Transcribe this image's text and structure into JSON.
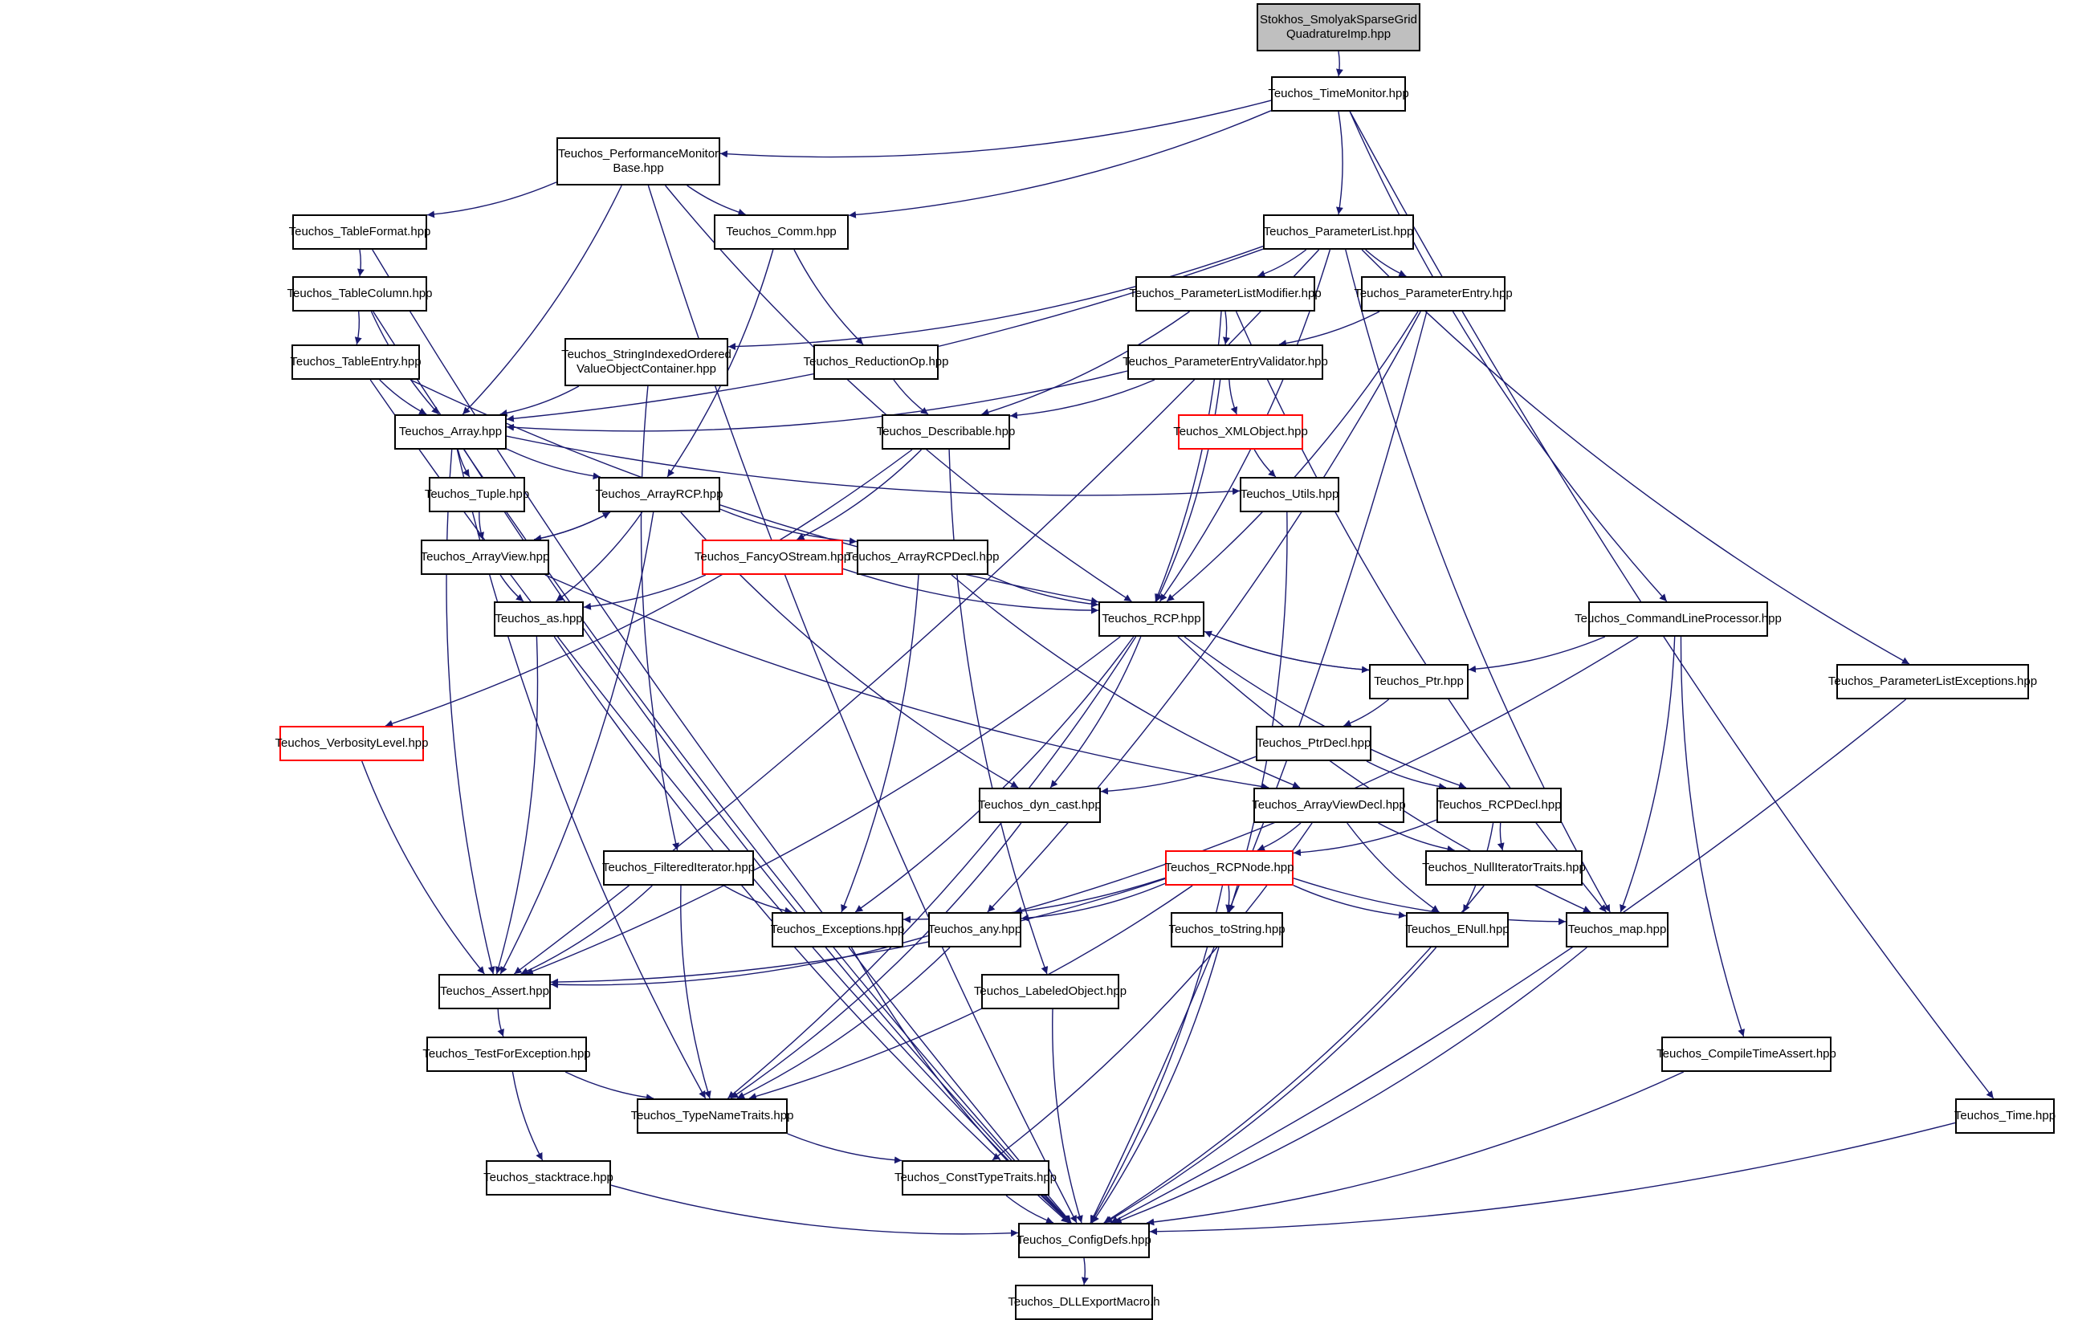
{
  "graph": {
    "colors": {
      "edge": "#191970",
      "node_border": "#000000",
      "missing_node_border": "#ff0000",
      "root_fill": "#bfbfbf"
    },
    "nodes": [
      {
        "id": "root",
        "label": "Stokhos_SmolyakSparseGrid\nQuadratureImp.hpp"
      },
      {
        "id": "tm",
        "label": "Teuchos_TimeMonitor.hpp"
      },
      {
        "id": "pmb",
        "label": "Teuchos_PerformanceMonitor\nBase.hpp"
      },
      {
        "id": "tf",
        "label": "Teuchos_TableFormat.hpp"
      },
      {
        "id": "comm",
        "label": "Teuchos_Comm.hpp"
      },
      {
        "id": "pl",
        "label": "Teuchos_ParameterList.hpp"
      },
      {
        "id": "tc",
        "label": "Teuchos_TableColumn.hpp"
      },
      {
        "id": "plm",
        "label": "Teuchos_ParameterListModifier.hpp"
      },
      {
        "id": "pe",
        "label": "Teuchos_ParameterEntry.hpp"
      },
      {
        "id": "te",
        "label": "Teuchos_TableEntry.hpp"
      },
      {
        "id": "sio",
        "label": "Teuchos_StringIndexedOrdered\nValueObjectContainer.hpp"
      },
      {
        "id": "rop",
        "label": "Teuchos_ReductionOp.hpp"
      },
      {
        "id": "pev",
        "label": "Teuchos_ParameterEntryValidator.hpp"
      },
      {
        "id": "arr",
        "label": "Teuchos_Array.hpp"
      },
      {
        "id": "desc",
        "label": "Teuchos_Describable.hpp"
      },
      {
        "id": "xml",
        "label": "Teuchos_XMLObject.hpp",
        "missing": true
      },
      {
        "id": "tup",
        "label": "Teuchos_Tuple.hpp"
      },
      {
        "id": "arcp",
        "label": "Teuchos_ArrayRCP.hpp"
      },
      {
        "id": "utils",
        "label": "Teuchos_Utils.hpp"
      },
      {
        "id": "fos",
        "label": "Teuchos_FancyOStream.hpp",
        "missing": true
      },
      {
        "id": "arcpd",
        "label": "Teuchos_ArrayRCPDecl.hpp"
      },
      {
        "id": "av",
        "label": "Teuchos_ArrayView.hpp"
      },
      {
        "id": "rcp",
        "label": "Teuchos_RCP.hpp"
      },
      {
        "id": "clp",
        "label": "Teuchos_CommandLineProcessor.hpp"
      },
      {
        "id": "as",
        "label": "Teuchos_as.hpp"
      },
      {
        "id": "ptr",
        "label": "Teuchos_Ptr.hpp"
      },
      {
        "id": "ple",
        "label": "Teuchos_ParameterListExceptions.hpp"
      },
      {
        "id": "vl",
        "label": "Teuchos_VerbosityLevel.hpp",
        "missing": true
      },
      {
        "id": "ptrd",
        "label": "Teuchos_PtrDecl.hpp"
      },
      {
        "id": "dc",
        "label": "Teuchos_dyn_cast.hpp"
      },
      {
        "id": "avd",
        "label": "Teuchos_ArrayViewDecl.hpp"
      },
      {
        "id": "rcpd",
        "label": "Teuchos_RCPDecl.hpp"
      },
      {
        "id": "fi",
        "label": "Teuchos_FilteredIterator.hpp"
      },
      {
        "id": "rcpn",
        "label": "Teuchos_RCPNode.hpp",
        "missing": true
      },
      {
        "id": "nit",
        "label": "Teuchos_NullIteratorTraits.hpp"
      },
      {
        "id": "exc",
        "label": "Teuchos_Exceptions.hpp"
      },
      {
        "id": "any",
        "label": "Teuchos_any.hpp"
      },
      {
        "id": "tos",
        "label": "Teuchos_toString.hpp"
      },
      {
        "id": "en",
        "label": "Teuchos_ENull.hpp"
      },
      {
        "id": "map",
        "label": "Teuchos_map.hpp"
      },
      {
        "id": "asrt",
        "label": "Teuchos_Assert.hpp"
      },
      {
        "id": "lo",
        "label": "Teuchos_LabeledObject.hpp"
      },
      {
        "id": "tfe",
        "label": "Teuchos_TestForException.hpp"
      },
      {
        "id": "cta",
        "label": "Teuchos_CompileTimeAssert.hpp"
      },
      {
        "id": "tnt",
        "label": "Teuchos_TypeNameTraits.hpp"
      },
      {
        "id": "time",
        "label": "Teuchos_Time.hpp"
      },
      {
        "id": "st",
        "label": "Teuchos_stacktrace.hpp"
      },
      {
        "id": "ctt",
        "label": "Teuchos_ConstTypeTraits.hpp"
      },
      {
        "id": "cd",
        "label": "Teuchos_ConfigDefs.hpp"
      },
      {
        "id": "dll",
        "label": "Teuchos_DLLExportMacro.h"
      }
    ],
    "edges": [
      [
        "root",
        "tm"
      ],
      [
        "tm",
        "pmb"
      ],
      [
        "tm",
        "comm"
      ],
      [
        "tm",
        "pl"
      ],
      [
        "tm",
        "clp"
      ],
      [
        "tm",
        "time"
      ],
      [
        "pmb",
        "tf"
      ],
      [
        "pmb",
        "comm"
      ],
      [
        "pmb",
        "arr"
      ],
      [
        "pmb",
        "rcp"
      ],
      [
        "pmb",
        "cd"
      ],
      [
        "tf",
        "tc"
      ],
      [
        "tf",
        "cd"
      ],
      [
        "comm",
        "rop"
      ],
      [
        "comm",
        "arcp"
      ],
      [
        "pl",
        "plm"
      ],
      [
        "pl",
        "pe"
      ],
      [
        "pl",
        "sio"
      ],
      [
        "pl",
        "arr"
      ],
      [
        "pl",
        "rcp"
      ],
      [
        "pl",
        "map"
      ],
      [
        "pl",
        "ple"
      ],
      [
        "pl",
        "asrt"
      ],
      [
        "tc",
        "te"
      ],
      [
        "tc",
        "arr"
      ],
      [
        "tc",
        "cd"
      ],
      [
        "plm",
        "pev"
      ],
      [
        "plm",
        "desc"
      ],
      [
        "plm",
        "rcp"
      ],
      [
        "plm",
        "map"
      ],
      [
        "pe",
        "pev"
      ],
      [
        "pe",
        "rcp"
      ],
      [
        "pe",
        "any"
      ],
      [
        "pe",
        "cd"
      ],
      [
        "te",
        "arr"
      ],
      [
        "te",
        "rcp"
      ],
      [
        "te",
        "cd"
      ],
      [
        "sio",
        "arr"
      ],
      [
        "sio",
        "fi"
      ],
      [
        "rop",
        "desc"
      ],
      [
        "pev",
        "arr"
      ],
      [
        "pev",
        "desc"
      ],
      [
        "pev",
        "xml"
      ],
      [
        "pev",
        "rcp"
      ],
      [
        "arr",
        "tup"
      ],
      [
        "arr",
        "arcp"
      ],
      [
        "arr",
        "utils"
      ],
      [
        "arr",
        "asrt"
      ],
      [
        "arr",
        "tnt"
      ],
      [
        "arr",
        "cd"
      ],
      [
        "desc",
        "fos"
      ],
      [
        "desc",
        "vl"
      ],
      [
        "desc",
        "lo"
      ],
      [
        "xml",
        "utils"
      ],
      [
        "tup",
        "av"
      ],
      [
        "arcp",
        "av"
      ],
      [
        "arcp",
        "arcpd"
      ],
      [
        "arcp",
        "as"
      ],
      [
        "arcp",
        "dc"
      ],
      [
        "arcp",
        "asrt"
      ],
      [
        "utils",
        "tos"
      ],
      [
        "fos",
        "as"
      ],
      [
        "fos",
        "rcp"
      ],
      [
        "arcpd",
        "rcp"
      ],
      [
        "arcpd",
        "avd"
      ],
      [
        "arcpd",
        "exc"
      ],
      [
        "av",
        "arcp"
      ],
      [
        "av",
        "as"
      ],
      [
        "av",
        "avd"
      ],
      [
        "rcp",
        "ptr"
      ],
      [
        "rcp",
        "rcpd"
      ],
      [
        "rcp",
        "dc"
      ],
      [
        "rcp",
        "exc"
      ],
      [
        "rcp",
        "asrt"
      ],
      [
        "rcp",
        "tnt"
      ],
      [
        "rcp",
        "map"
      ],
      [
        "clp",
        "ptr"
      ],
      [
        "clp",
        "map"
      ],
      [
        "clp",
        "cta"
      ],
      [
        "clp",
        "any"
      ],
      [
        "as",
        "asrt"
      ],
      [
        "as",
        "cd"
      ],
      [
        "ptr",
        "rcp"
      ],
      [
        "ptr",
        "ptrd"
      ],
      [
        "ple",
        "cd"
      ],
      [
        "vl",
        "asrt"
      ],
      [
        "ptrd",
        "dc"
      ],
      [
        "ptrd",
        "rcpd"
      ],
      [
        "dc",
        "tnt"
      ],
      [
        "avd",
        "rcpn"
      ],
      [
        "avd",
        "nit"
      ],
      [
        "avd",
        "en"
      ],
      [
        "avd",
        "ctt"
      ],
      [
        "rcpd",
        "rcpn"
      ],
      [
        "rcpd",
        "nit"
      ],
      [
        "rcpd",
        "en"
      ],
      [
        "fi",
        "exc"
      ],
      [
        "fi",
        "asrt"
      ],
      [
        "fi",
        "tnt"
      ],
      [
        "rcpn",
        "exc"
      ],
      [
        "rcpn",
        "any"
      ],
      [
        "rcpn",
        "tos"
      ],
      [
        "rcpn",
        "en"
      ],
      [
        "rcpn",
        "map"
      ],
      [
        "rcpn",
        "asrt"
      ],
      [
        "rcpn",
        "tnt"
      ],
      [
        "rcpn",
        "cd"
      ],
      [
        "nit",
        "cd"
      ],
      [
        "exc",
        "cd"
      ],
      [
        "any",
        "asrt"
      ],
      [
        "any",
        "tnt"
      ],
      [
        "tos",
        "cd"
      ],
      [
        "en",
        "cd"
      ],
      [
        "map",
        "cd"
      ],
      [
        "asrt",
        "tfe"
      ],
      [
        "lo",
        "cd"
      ],
      [
        "tfe",
        "tnt"
      ],
      [
        "tfe",
        "st"
      ],
      [
        "cta",
        "cd"
      ],
      [
        "tnt",
        "ctt"
      ],
      [
        "time",
        "cd"
      ],
      [
        "st",
        "cd"
      ],
      [
        "ctt",
        "cd"
      ],
      [
        "cd",
        "dll"
      ]
    ]
  }
}
